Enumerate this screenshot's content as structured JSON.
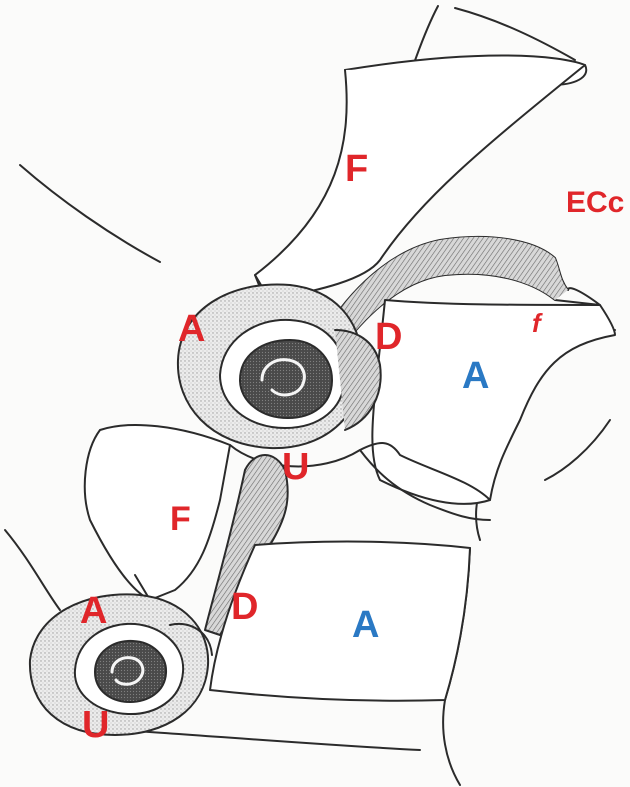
{
  "labels": {
    "ecc": "ECc",
    "upper_F": "F",
    "upper_A_left": "A",
    "upper_D": "D",
    "upper_A_right": "A",
    "upper_f": "f",
    "upper_U": "U",
    "lower_F": "F",
    "lower_A_left": "A",
    "lower_D": "D",
    "lower_A_right": "A",
    "lower_U": "U"
  },
  "colors": {
    "label_red": "#e0262a",
    "label_blue": "#2a79c4",
    "line": "#2b2b2b",
    "stipple": "#bdbdbd",
    "dark_core": "#5a5a5a"
  }
}
